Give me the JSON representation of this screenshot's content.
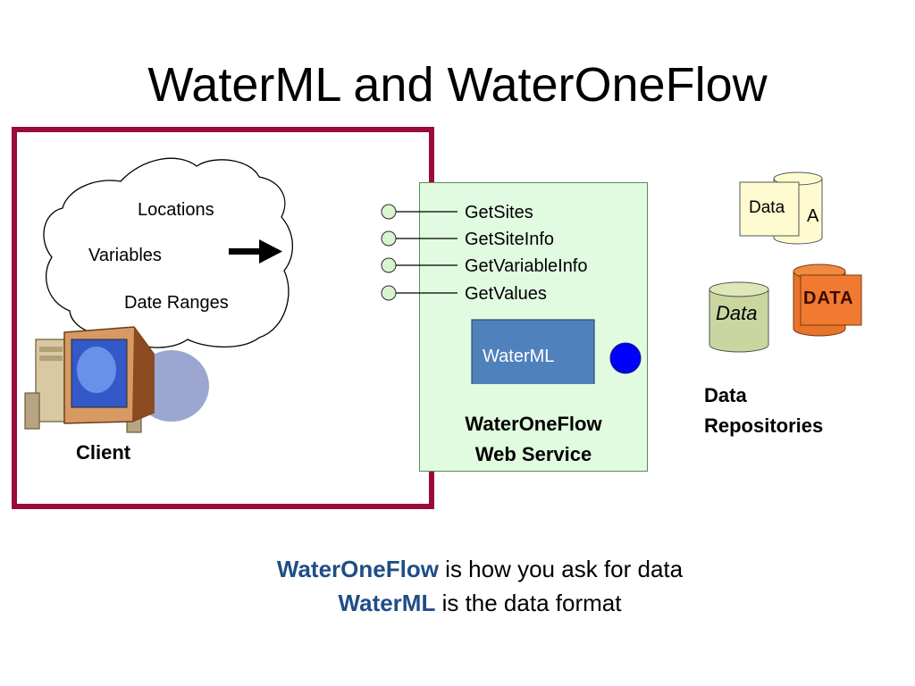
{
  "title": "WaterML and WaterOneFlow",
  "client": {
    "label": "Client",
    "cloud_items": [
      "Locations",
      "Variables",
      "Date Ranges"
    ]
  },
  "service": {
    "methods": [
      "GetSites",
      "GetSiteInfo",
      "GetVariableInfo",
      "GetValues"
    ],
    "document_label": "WaterML",
    "label_line1": "WaterOneFlow",
    "label_line2": "Web Service"
  },
  "repositories": {
    "label_line1": "Data",
    "label_line2": "Repositories",
    "items": [
      "Data",
      "A",
      "DATA",
      "Data"
    ]
  },
  "caption": {
    "line1_keyword": "WaterOneFlow",
    "line1_rest": " is how you ask for data",
    "line2_keyword": "WaterML",
    "line2_rest": " is the data format"
  },
  "colors": {
    "frame": "#9b0a3a",
    "method_text": "#1f5fd6",
    "caption_keyword": "#1f4e86",
    "service_box_fill": "#e1fbe1",
    "document_fill": "#4f81bd",
    "endpoint_dot": "#0000ff"
  }
}
